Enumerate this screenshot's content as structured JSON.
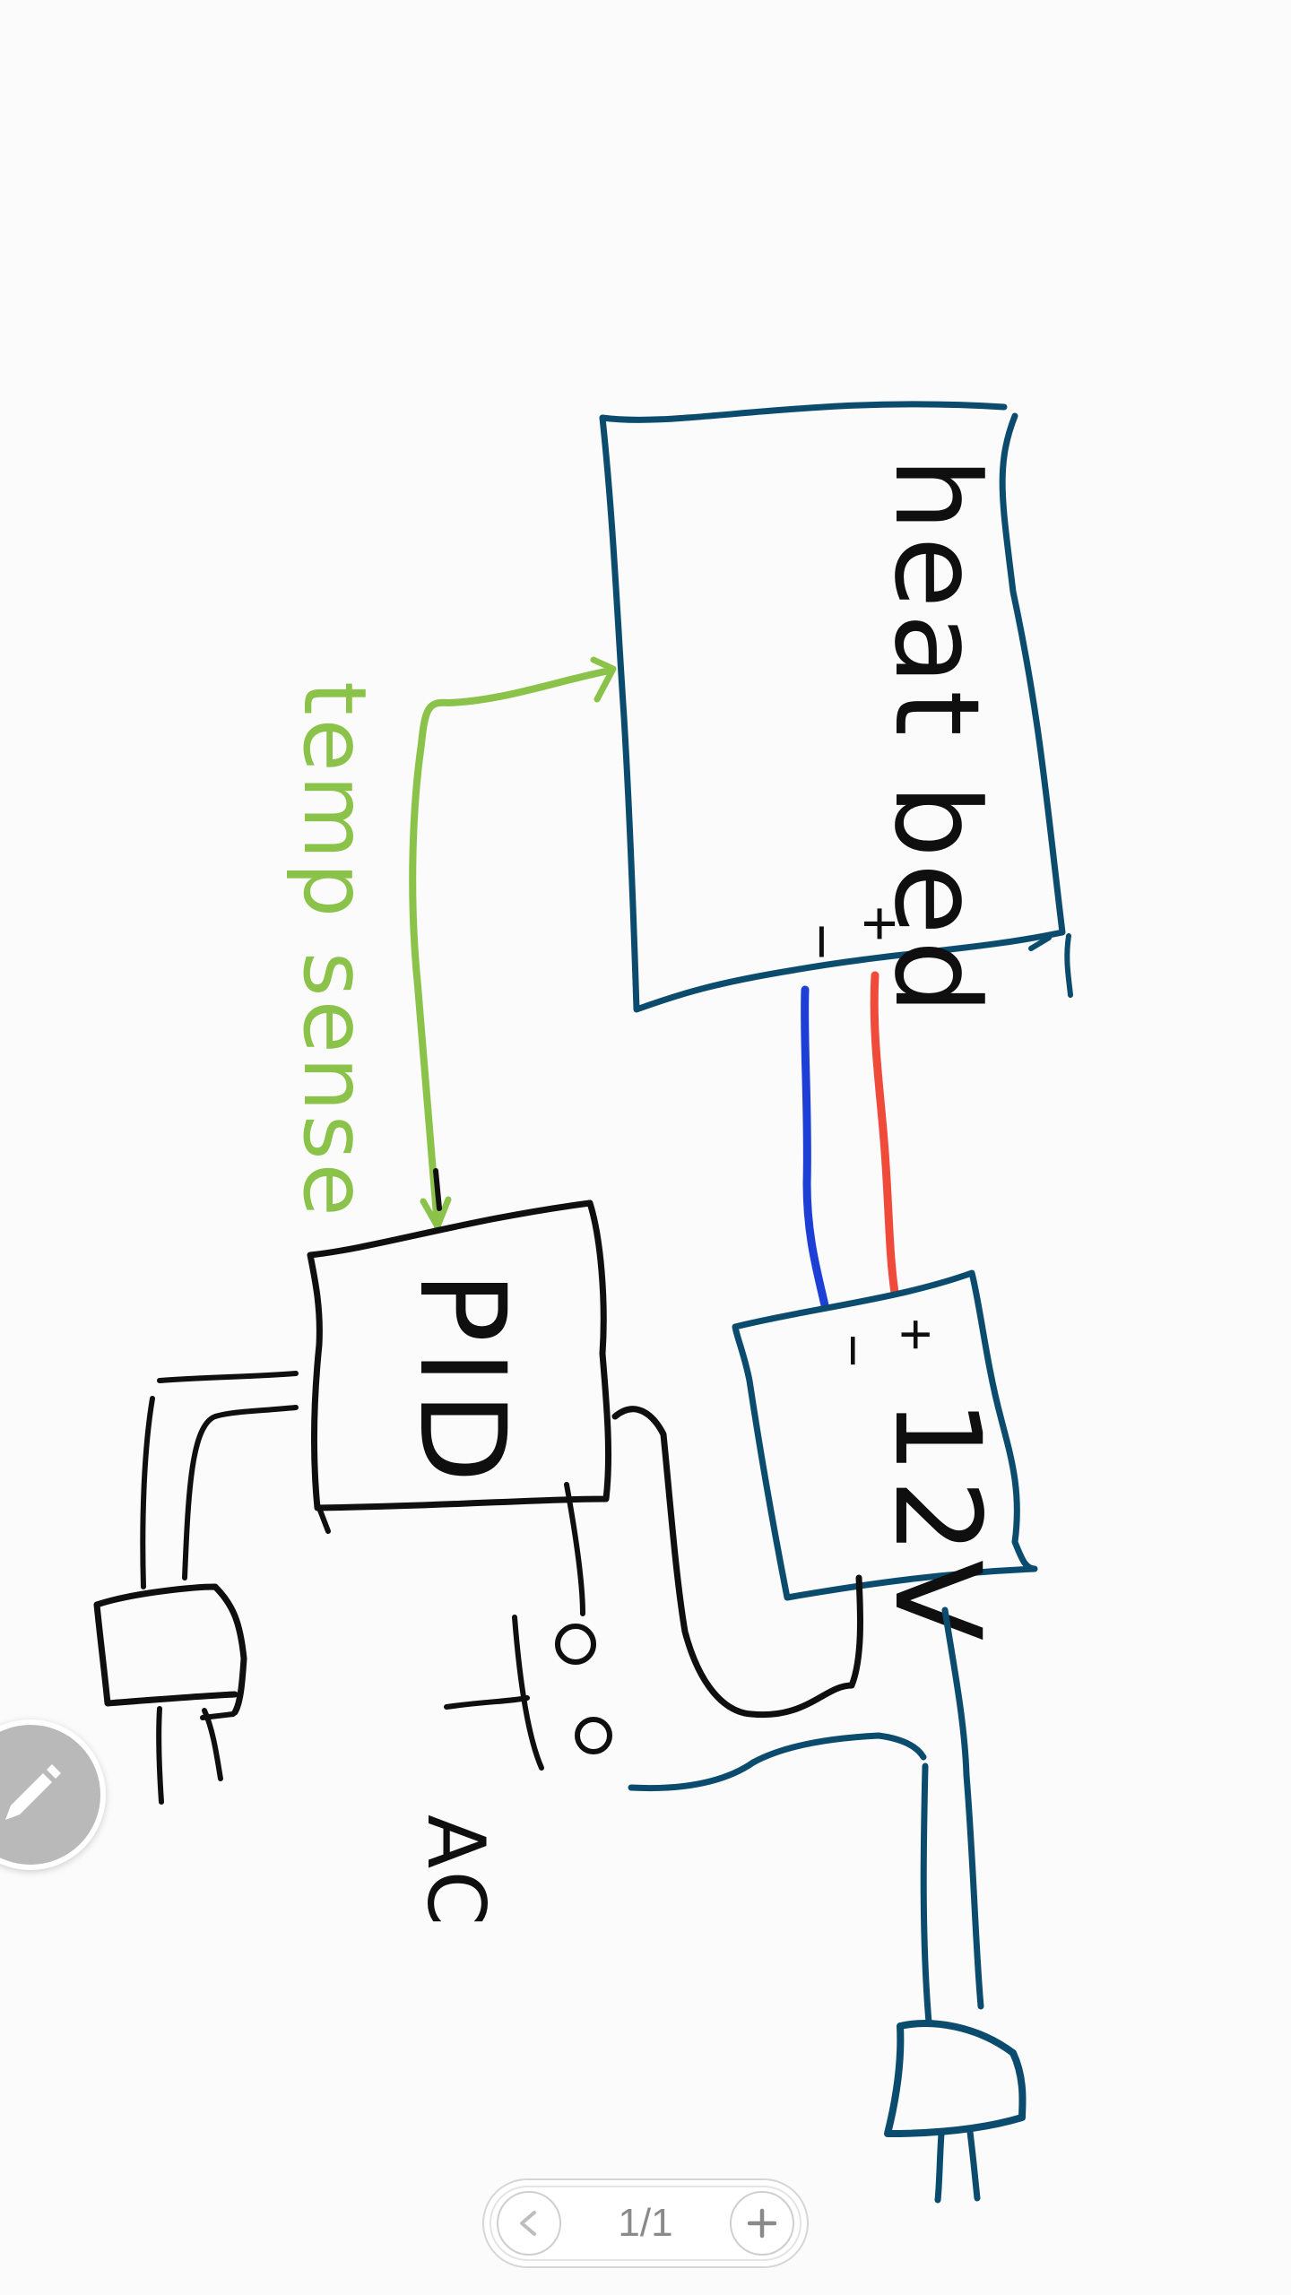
{
  "colors": {
    "black_ink": "#0f0f0f",
    "teal_ink": "#0b4c6e",
    "green_ink": "#8bc34a",
    "blue_wire": "#1e3fd6",
    "red_wire": "#ef4a3a",
    "fab": "#b9b9b9"
  },
  "sketch": {
    "heat_bed_text": "heat bed",
    "temp_sense_text": "temp sense",
    "pid_text": "PID",
    "psu_text": "12V",
    "ac_text": "AC",
    "plus_symbol": "+",
    "minus_symbol": "−"
  },
  "fab": {
    "icon": "pencil-icon"
  },
  "pager": {
    "page_indicator": "1/1",
    "prev_icon": "chevron-left-icon",
    "add_icon": "plus-icon"
  }
}
